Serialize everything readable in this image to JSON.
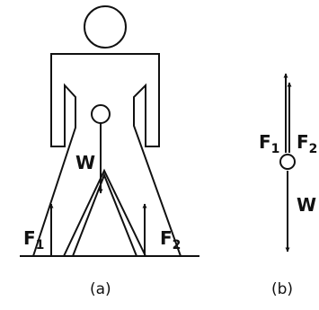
{
  "figure_a": {
    "caption": "(a)",
    "weight_label": "W",
    "force_left": {
      "letter": "F",
      "subscript": "1"
    },
    "force_right": {
      "letter": "F",
      "subscript": "2"
    }
  },
  "figure_b": {
    "caption": "(b)",
    "weight_label": "W",
    "force_left": {
      "letter": "F",
      "subscript": "1"
    },
    "force_right": {
      "letter": "F",
      "subscript": "2"
    }
  },
  "colors": {
    "ink": "#111111",
    "paper": "#ffffff"
  }
}
